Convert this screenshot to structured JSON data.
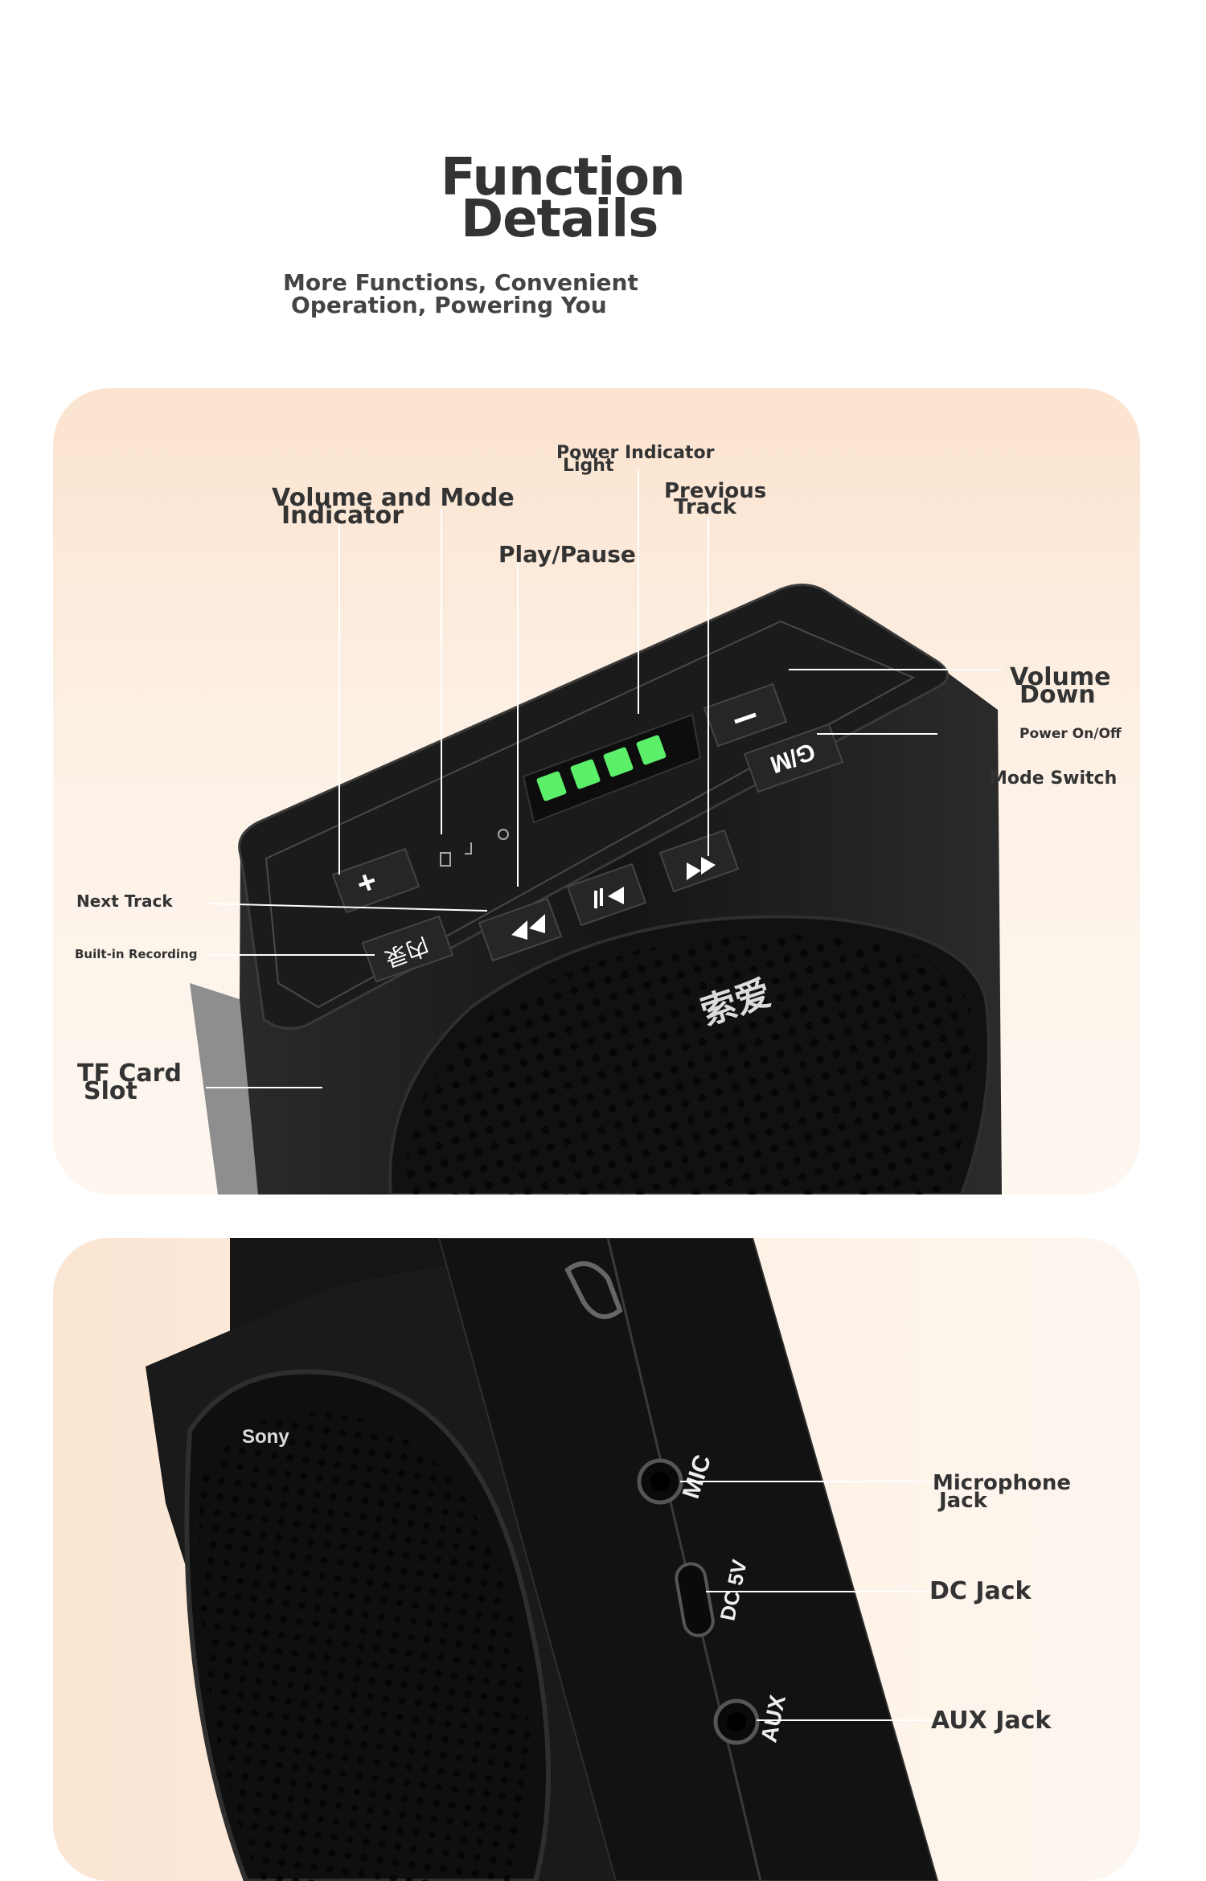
{
  "header": {
    "title_line1": "Function",
    "title_line2": "Details",
    "subtitle_line1": "More Functions, Convenient",
    "subtitle_line2": "Operation, Powering You"
  },
  "top_panel": {
    "labels": {
      "power_indicator_1": "Power Indicator",
      "power_indicator_2": "Light",
      "volume_mode_1": "Volume and Mode",
      "volume_mode_2": "Indicator",
      "previous_1": "Previous",
      "previous_2": "Track",
      "play_pause": "Play/Pause",
      "volume_down_1": "Volume",
      "volume_down_2": "Down",
      "power_onoff": "Power On/Off",
      "mode_switch": "Mode Switch",
      "next_track": "Next Track",
      "builtin_recording": "Built-in Recording",
      "tf_card_1": "TF Card",
      "tf_card_2": "Slot"
    },
    "device": {
      "brand_mark": "索爱",
      "record_key": "内录",
      "mode_key": "G/M",
      "leds_lit": 4
    }
  },
  "bottom_panel": {
    "labels": {
      "mic_jack_1": "Microphone",
      "mic_jack_2": "Jack",
      "dc_jack": "DC Jack",
      "aux_jack": "AUX Jack"
    },
    "device": {
      "brand": "Sony",
      "mic_port": "MIC",
      "dc_port": "DC 5V",
      "aux_port": "AUX"
    }
  },
  "colors": {
    "led_green": "#5cf06a",
    "device_black": "#1c1c1c",
    "panel_peach": "#fbe3cf"
  }
}
